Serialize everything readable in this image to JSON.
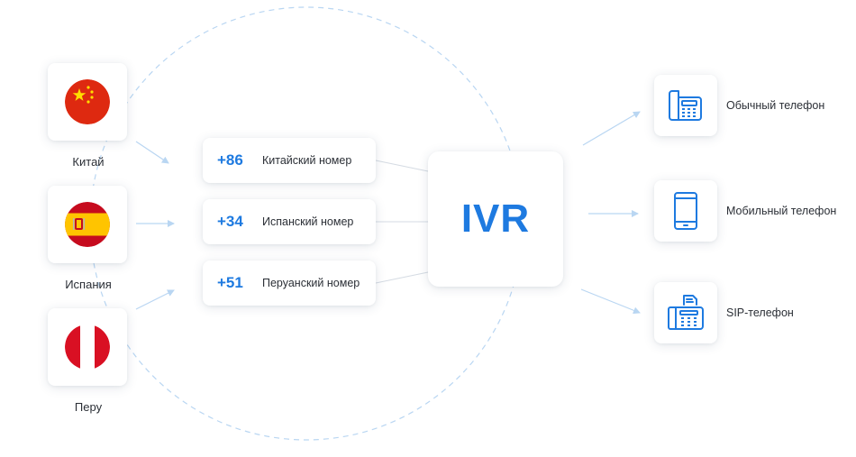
{
  "center": {
    "label": "IVR"
  },
  "countries": [
    {
      "name": "Китай",
      "flag_icon": "china-flag-icon"
    },
    {
      "name": "Испания",
      "flag_icon": "spain-flag-icon"
    },
    {
      "name": "Перу",
      "flag_icon": "peru-flag-icon"
    }
  ],
  "numbers": [
    {
      "code": "+86",
      "label": "Китайский номер"
    },
    {
      "code": "+34",
      "label": "Испанский номер"
    },
    {
      "code": "+51",
      "label": "Перуанский номер"
    }
  ],
  "devices": [
    {
      "label": "Обычный телефон",
      "icon": "desk-phone-icon"
    },
    {
      "label": "Мобильный телефон",
      "icon": "mobile-phone-icon"
    },
    {
      "label": "SIP-телефон",
      "icon": "sip-phone-icon"
    }
  ],
  "colors": {
    "accent": "#1e7ae0",
    "arrow": "#b9d6f2",
    "connector": "#d5dbe3",
    "dashed_circle": "#b9d6f2"
  }
}
